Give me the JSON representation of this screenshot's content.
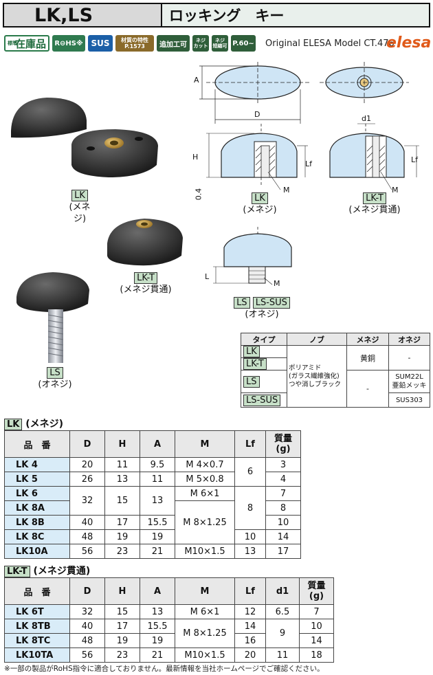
{
  "header": {
    "code": "LK,LS",
    "name": "ロッキング　キー"
  },
  "badges": {
    "std_small": "標準",
    "std": "在庫品",
    "rohs": "R⊖HS※",
    "sus": "SUS",
    "mat": "材質の特性\nP.1573",
    "add": "追加工可",
    "cut": "ネジ\nカット",
    "shorten": "ネジ\n短縮可",
    "page": "P.60~"
  },
  "original": "Original ELESA Model CT.476",
  "logo": "elesa",
  "photos": {
    "lk_tag": "LK",
    "lk_sub": "(メネジ)",
    "lkt_tag": "LK-T",
    "lkt_sub": "(メネジ貫通)",
    "ls_tag": "LS",
    "ls_sub": "(オネジ)"
  },
  "drawings": {
    "dims": {
      "A": "A",
      "D": "D",
      "d1": "d1",
      "H": "H",
      "Lf": "Lf",
      "Lf2": "Lf",
      "M": "M",
      "M2": "M",
      "M3": "M",
      "L": "L",
      "h04": "0.4"
    },
    "lk_tag": "LK",
    "lk_sub": "(メネジ)",
    "lkt_tag": "LK-T",
    "lkt_sub": "(メネジ貫通)",
    "ls_tag": "LS",
    "lssus_tag": "LS-SUS",
    "ls_sub": "(オネジ)"
  },
  "type_table": {
    "headers": [
      "タイプ",
      "ノブ",
      "メネジ",
      "オネジ"
    ],
    "types": [
      "LK",
      "LK-T",
      "LS",
      "LS-SUS"
    ],
    "knob": "ポリアミド\n(ガラス繊維強化)\nつや消しブラック",
    "female": "黄銅",
    "male_lk": "-",
    "female_ls": "-",
    "male_ls": "SUM22L\n亜鉛メッキ",
    "male_sus": "SUS303"
  },
  "lk_section": {
    "tag": "LK",
    "title": "(メネジ)",
    "headers": [
      "品　番",
      "D",
      "H",
      "A",
      "M",
      "Lf",
      "質量\n(g)"
    ],
    "rows": [
      [
        "LK  4",
        "20",
        "11",
        "9.5",
        "M  4×0.7",
        "6",
        "3"
      ],
      [
        "LK  5",
        "26",
        "13",
        "11",
        "M  5×0.8",
        "",
        "4"
      ],
      [
        "LK  6",
        "32",
        "15",
        "13",
        "M  6×1",
        "8",
        "7"
      ],
      [
        "LK  8A",
        "",
        "",
        "",
        "M  8×1.25",
        "",
        "8"
      ],
      [
        "LK  8B",
        "40",
        "17",
        "15.5",
        "",
        "",
        "10"
      ],
      [
        "LK  8C",
        "48",
        "19",
        "19",
        "",
        "10",
        "14"
      ],
      [
        "LK10A",
        "56",
        "23",
        "21",
        "M10×1.5",
        "13",
        "17"
      ]
    ]
  },
  "lkt_section": {
    "tag": "LK-T",
    "title": "(メネジ貫通)",
    "headers": [
      "品　番",
      "D",
      "H",
      "A",
      "M",
      "Lf",
      "d1",
      "質量\n(g)"
    ],
    "rows": [
      [
        "LK  6T",
        "32",
        "15",
        "13",
        "M  6×1",
        "12",
        "6.5",
        "7"
      ],
      [
        "LK  8TB",
        "40",
        "17",
        "15.5",
        "M  8×1.25",
        "14",
        "9",
        "10"
      ],
      [
        "LK  8TC",
        "48",
        "19",
        "19",
        "",
        "16",
        "",
        "14"
      ],
      [
        "LK10TA",
        "56",
        "23",
        "21",
        "M10×1.5",
        "20",
        "11",
        "18"
      ]
    ]
  },
  "footnote": "※一部の製品がRoHS指令に適合しておりません。最新情報を当社ホームページでご確認ください。"
}
